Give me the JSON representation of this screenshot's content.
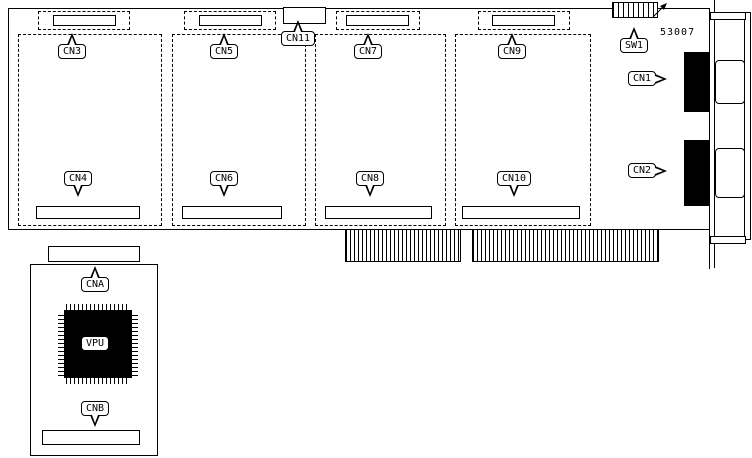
{
  "part_number": "53007",
  "colors": {
    "line": "#000000",
    "background": "#ffffff",
    "chip_fill": "#000000"
  },
  "icons": {
    "switch_arrow": "arrow-up-right"
  },
  "labels": {
    "cn1": "CN1",
    "cn2": "CN2",
    "cn3": "CN3",
    "cn4": "CN4",
    "cn5": "CN5",
    "cn6": "CN6",
    "cn7": "CN7",
    "cn8": "CN8",
    "cn9": "CN9",
    "cn10": "CN10",
    "cn11": "CN11",
    "cna": "CNA",
    "cnb": "CNB",
    "sw1": "SW1",
    "vpu": "VPU"
  }
}
